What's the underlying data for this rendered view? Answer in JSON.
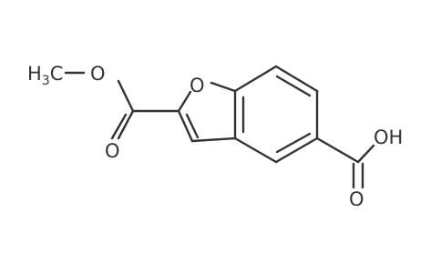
{
  "molecule": {
    "atoms": {
      "methyl_H": "H",
      "methyl_sub": "3",
      "methyl_C": "C",
      "ester_O": "O",
      "carbonyl_O_ester": "O",
      "ring_O": "O",
      "acid_OH": "OH",
      "carbonyl_O_acid": "O"
    },
    "colors": {
      "bond": "#333333",
      "label": "#333333",
      "background": "#ffffff"
    }
  }
}
